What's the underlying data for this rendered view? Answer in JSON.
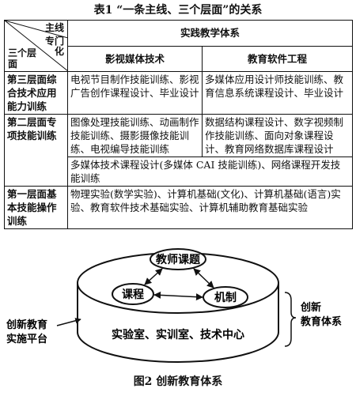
{
  "table": {
    "caption": "表1 “一条主线、三个层面”的关系",
    "corner": {
      "main_line": "主线",
      "specialization": "专门化",
      "layers": "三个层面"
    },
    "system_title": "实践教学体系",
    "columns": [
      "影视媒体技术",
      "教育软件工程"
    ],
    "rows": [
      {
        "layer": "第三层面综合技术应用能力训练",
        "cells": [
          "电视节目制作技能训练、影视广告创作课程设计、毕业设计",
          "多媒体应用设计师技能训练、教育信息系统课程设计、毕业设计"
        ]
      },
      {
        "layer": "第二层面专项技能训练",
        "cells": [
          "图像处理技能训练、动画制作技能训练、摄影摄像技能训练、电视编导技能训练",
          "数据结构课程设计、数字视频制作技能训练、面向对象课程设计、教育网络数据库课程设计"
        ],
        "shared": "多媒体技术课程设计(多媒体 CAI 技能训练)、网络课程开发技能训练"
      },
      {
        "layer": "第一层面基本技能操作训练",
        "shared": "物理实验(数学实验)、计算机基础(文化)、计算机基础(语言)实验、教育软件技术基础实验、计算机辅助教育基础实验"
      }
    ]
  },
  "figure": {
    "caption": "图2 创新教育体系",
    "nodes": {
      "top": "教师课题",
      "left": "课程",
      "right": "机制"
    },
    "base_label": "实验室、实训室、技术中心",
    "left_label_lines": [
      "创新教育",
      "实施平台"
    ],
    "right_label_lines": [
      "创新",
      "教育体系"
    ]
  }
}
